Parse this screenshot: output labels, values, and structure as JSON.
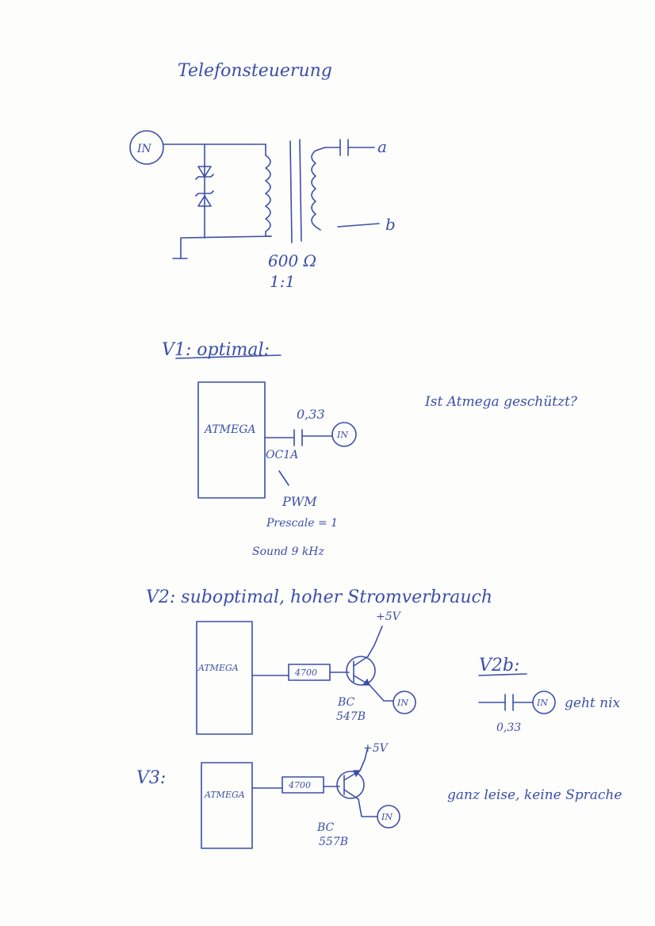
{
  "title": "Telefonsteuerung",
  "nodes": {
    "in_label": "IN",
    "terminal_a": "a",
    "terminal_b": "b"
  },
  "transformer": {
    "impedance": "600 Ω",
    "ratio": "1:1"
  },
  "v1": {
    "heading": "V1: optimal:",
    "chip": "ATMEGA",
    "pin": "OC1A",
    "capacitor": "0,33",
    "pwm": "PWM",
    "prescale": "Prescale = 1",
    "sound": "Sound 9 kHz",
    "question": "Ist Atmega geschützt?"
  },
  "v2": {
    "heading": "V2: suboptimal, hoher Stromverbrauch",
    "chip": "ATMEGA",
    "resistor": "4700",
    "supply": "+5V",
    "transistor_line1": "BC",
    "transistor_line2": "547B"
  },
  "v2b": {
    "heading": "V2b:",
    "capacitor": "0,33",
    "note": "geht nix"
  },
  "v3": {
    "heading": "V3:",
    "chip": "ATMEGA",
    "resistor": "4700",
    "supply": "+5V",
    "transistor_line1": "BC",
    "transistor_line2": "557B",
    "note": "ganz leise, keine Sprache"
  },
  "colors": {
    "ink": "#3b4fa8",
    "paper": "#fdfdfc"
  }
}
